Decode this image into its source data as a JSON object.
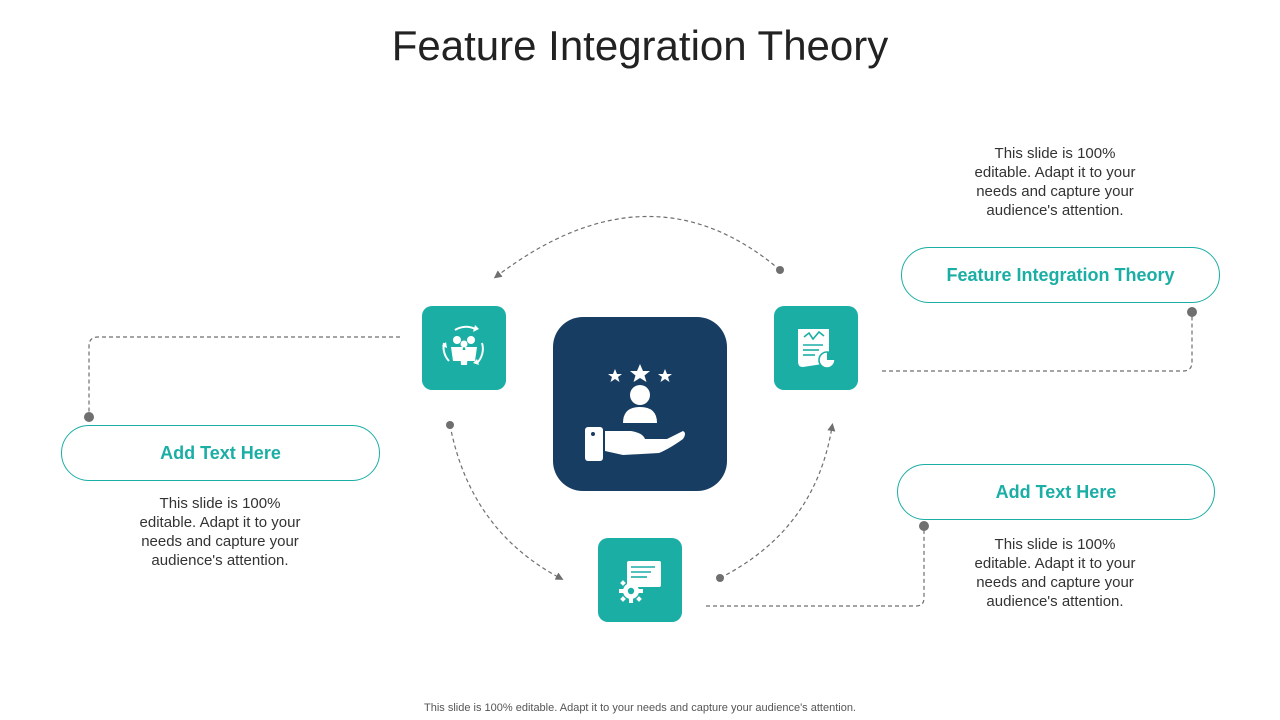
{
  "slide": {
    "title": "Feature Integration Theory",
    "footer": "This slide is 100% editable. Adapt it to your needs and capture your audience's attention."
  },
  "colors": {
    "teal": "#1aaea5",
    "navy": "#173e62",
    "connector": "#6f6f6f",
    "pill_text": "#1aaea5"
  },
  "center": {
    "icon": "hand-with-person-and-stars-icon"
  },
  "items": [
    {
      "id": "left",
      "icon": "team-cycle-icon",
      "heading": "Add Text Here",
      "body": "This slide is 100% editable. Adapt it to your needs and capture your audience's attention."
    },
    {
      "id": "top-right",
      "icon": "report-document-icon",
      "heading": "Feature Integration Theory",
      "body": "This slide is 100% editable. Adapt it to your needs and capture your audience's attention."
    },
    {
      "id": "bottom-right",
      "icon": "monitor-gear-icon",
      "heading": "Add Text Here",
      "body": "This slide is 100% editable. Adapt it to your needs and capture your audience's attention."
    }
  ]
}
